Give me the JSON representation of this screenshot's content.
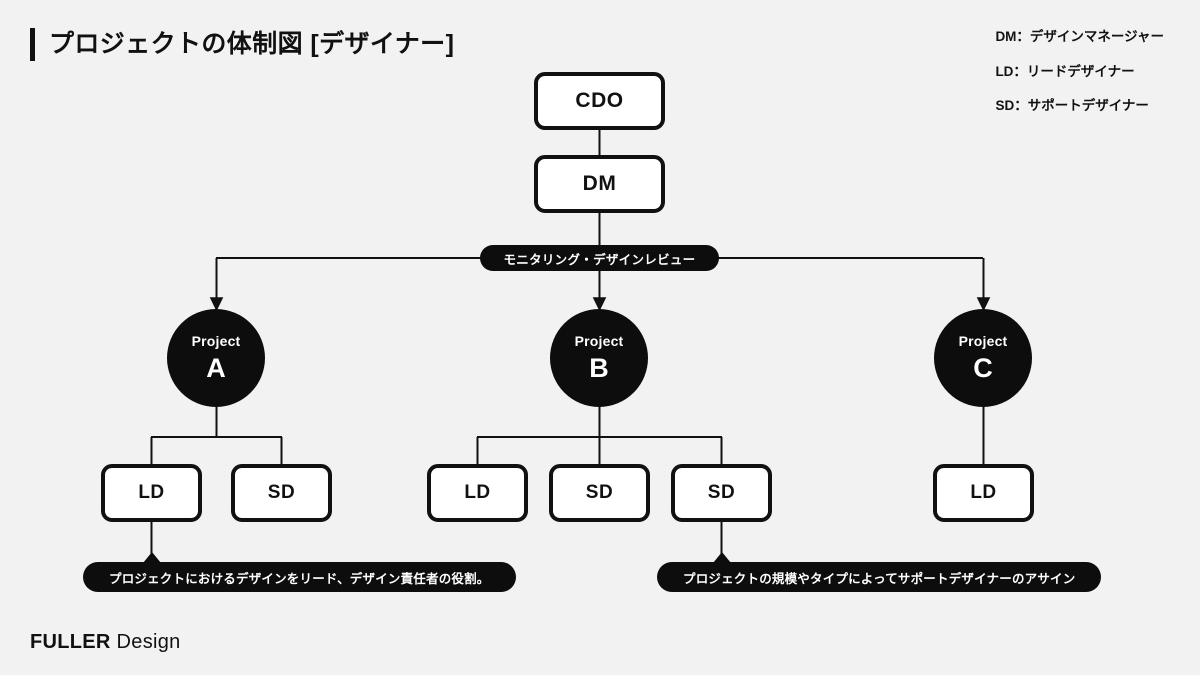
{
  "page": {
    "background_color": "#f2f2f2",
    "ink_color": "#111111",
    "accent_color": "#0d0d0d",
    "title": "プロジェクトの体制図 [デザイナー]"
  },
  "legend": {
    "items": [
      {
        "abbr": "DM",
        "text": "DM：デザインマネージャー"
      },
      {
        "abbr": "LD",
        "text": "LD：リードデザイナー"
      },
      {
        "abbr": "SD",
        "text": "SD：サポートデザイナー"
      }
    ]
  },
  "chart_data": {
    "type": "org-chart",
    "title": "プロジェクトの体制図 [デザイナー]",
    "nodes": [
      {
        "id": "cdo",
        "label": "CDO",
        "shape": "rounded-box",
        "level": 0
      },
      {
        "id": "dm",
        "label": "DM",
        "shape": "rounded-box",
        "level": 1
      },
      {
        "id": "review",
        "label": "モニタリング・デザインレビュー",
        "shape": "pill",
        "level": 2
      },
      {
        "id": "projectA",
        "label": "Project A",
        "shape": "circle",
        "level": 3
      },
      {
        "id": "projectB",
        "label": "Project B",
        "shape": "circle",
        "level": 3
      },
      {
        "id": "projectC",
        "label": "Project C",
        "shape": "circle",
        "level": 3
      },
      {
        "id": "a-ld",
        "label": "LD",
        "shape": "rounded-box",
        "level": 4,
        "parent": "projectA"
      },
      {
        "id": "a-sd",
        "label": "SD",
        "shape": "rounded-box",
        "level": 4,
        "parent": "projectA"
      },
      {
        "id": "b-ld",
        "label": "LD",
        "shape": "rounded-box",
        "level": 4,
        "parent": "projectB"
      },
      {
        "id": "b-sd1",
        "label": "SD",
        "shape": "rounded-box",
        "level": 4,
        "parent": "projectB"
      },
      {
        "id": "b-sd2",
        "label": "SD",
        "shape": "rounded-box",
        "level": 4,
        "parent": "projectB"
      },
      {
        "id": "c-ld",
        "label": "LD",
        "shape": "rounded-box",
        "level": 4,
        "parent": "projectC"
      }
    ],
    "edges": [
      {
        "from": "cdo",
        "to": "dm"
      },
      {
        "from": "dm",
        "to": "review"
      },
      {
        "from": "review",
        "to": "projectA",
        "arrow": true
      },
      {
        "from": "review",
        "to": "projectB",
        "arrow": true
      },
      {
        "from": "review",
        "to": "projectC",
        "arrow": true
      },
      {
        "from": "projectA",
        "to": "a-ld"
      },
      {
        "from": "projectA",
        "to": "a-sd"
      },
      {
        "from": "projectB",
        "to": "b-ld"
      },
      {
        "from": "projectB",
        "to": "b-sd1"
      },
      {
        "from": "projectB",
        "to": "b-sd2"
      },
      {
        "from": "projectC",
        "to": "c-ld"
      }
    ],
    "annotations": [
      {
        "id": "note-ld",
        "attached_to": "a-ld",
        "text": "プロジェクトにおけるデザインをリード、デザイン責任者の役割。"
      },
      {
        "id": "note-sd",
        "attached_to": "b-sd2",
        "text": "プロジェクトの規模やタイプによってサポートデザイナーのアサイン"
      }
    ]
  },
  "nodes": {
    "cdo": {
      "label": "CDO"
    },
    "dm": {
      "label": "DM"
    },
    "review": {
      "label": "モニタリング・デザインレビュー"
    },
    "projectA": {
      "word": "Project",
      "letter": "A"
    },
    "projectB": {
      "word": "Project",
      "letter": "B"
    },
    "projectC": {
      "word": "Project",
      "letter": "C"
    },
    "a_ld": {
      "label": "LD"
    },
    "a_sd": {
      "label": "SD"
    },
    "b_ld": {
      "label": "LD"
    },
    "b_sd1": {
      "label": "SD"
    },
    "b_sd2": {
      "label": "SD"
    },
    "c_ld": {
      "label": "LD"
    }
  },
  "annotations": {
    "note_ld": {
      "text": "プロジェクトにおけるデザインをリード、デザイン責任者の役割。"
    },
    "note_sd": {
      "text": "プロジェクトの規模やタイプによってサポートデザイナーのアサイン"
    }
  },
  "footer": {
    "brand": "FULLER",
    "sub": "Design"
  }
}
